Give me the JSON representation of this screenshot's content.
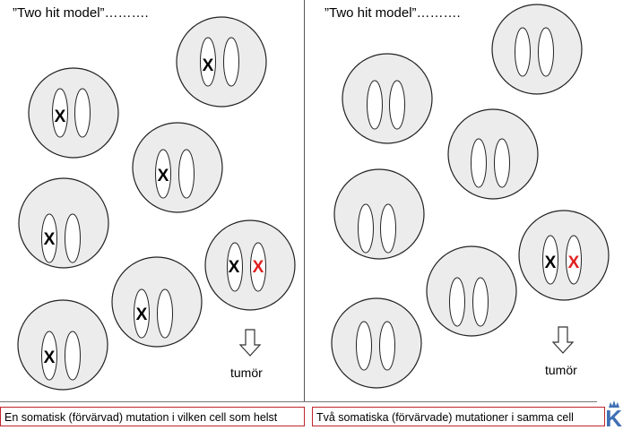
{
  "left": {
    "title": "”Two hit model”……….",
    "caption": "En somatisk (förvärvad) mutation i vilken cell som helst",
    "arrow_label": "tumör",
    "mutation_mark": "X",
    "second_hit_color": "#e02020"
  },
  "right": {
    "title": "”Two hit model”……….",
    "caption": "Två somatiska (förvärvade) mutationer i samma cell",
    "arrow_label": "tumör",
    "mutation_mark": "X",
    "second_hit_color": "#e02020"
  },
  "colors": {
    "caption_border": "#c0262e",
    "logo": "#3f6fb5"
  },
  "icons": {
    "arrow": "down-arrow-icon",
    "logo": "university-logo-icon"
  }
}
